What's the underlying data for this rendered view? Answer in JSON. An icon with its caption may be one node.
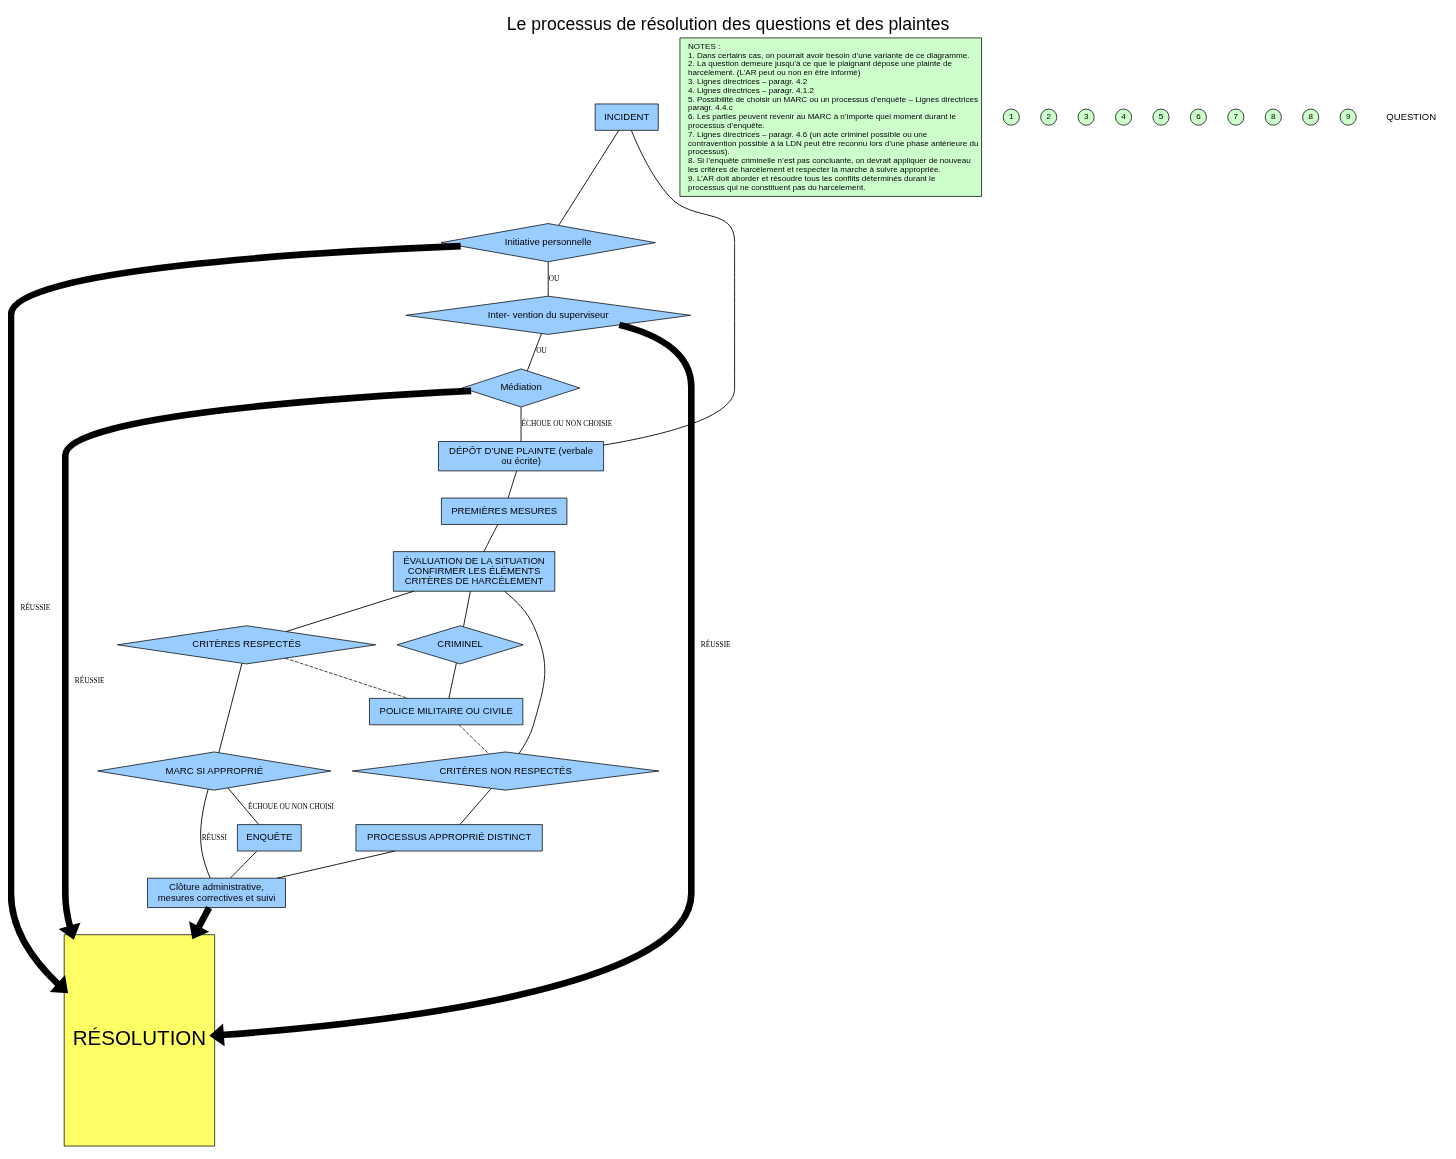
{
  "diagram": {
    "title": "Le processus de résolution des questions et des plaintes",
    "nodes": [
      {
        "text": [
          "INCIDENT"
        ]
      },
      {
        "text": [
          "Initiative personnelle"
        ]
      },
      {
        "text": [
          "Inter- vention du superviseur"
        ]
      },
      {
        "text": [
          "Médiation"
        ]
      },
      {
        "text": [
          "DÉPÔT D’UNE PLAINTE (verbale ou écrite)"
        ]
      },
      {
        "text": [
          "PREMIÈRES MESURES"
        ]
      },
      {
        "text": [
          "ÉVALUATION DE LA SITUATION",
          "CONFIRMER LES ÉLÉMENTS",
          "CRITÈRES DE HARCÈLEMENT"
        ]
      },
      {
        "text": [
          "CRITÈRES RESPECTÉS"
        ]
      },
      {
        "text": [
          "CRIMINEL"
        ]
      },
      {
        "text": [
          "POLICE MILITAIRE OU CIVILE"
        ]
      },
      {
        "text": [
          "CRITÈRES NON RESPECTÉS"
        ]
      },
      {
        "text": [
          "MARC SI APPROPRIÉ"
        ]
      },
      {
        "text": [
          "ENQUÊTE"
        ]
      },
      {
        "text": [
          "PROCESSUS APPROPRIÉ DISTINCT"
        ]
      },
      {
        "text": [
          "Clôture administrative, mesures correctives et suivi"
        ]
      },
      {
        "text": [
          "RÉSOLUTION"
        ]
      },
      {
        "text": [
          "NOTES :",
          "1. Dans certains cas, on pourrait avoir besoin d’une variante de ce diagramme.",
          "2. La question demeure jusqu’à ce que le plaignant dépose une plainte de harcèlement. (L’AR peut ou non en être informé)",
          "3. Lignes directrices – paragr. 4.2",
          "4. Lignes directrices – paragr. 4.1.2",
          "5. Possibilité de choisir un MARC ou un processus d’enquête – Lignes directrices paragr. 4.4.c",
          "6. Les parties peuvent revenir au MARC à n’importe quel moment durant le processus d’enquête.",
          "7. Lignes directrices – paragr. 4.6 (un acte criminel possible ou une contravention possible à la LDN peut être reconnu lors d’une phase antérieure du processus).",
          "8. Si l’enquête criminelle n’est pas concluante, on devrait appliquer de nouveau les critères de harcèlement et respecter la marche à suivre appropriée.",
          "9. L’AR doit aborder et résoudre tous les conflits déterminés durant le processus qui ne constituent pas du harcèlement."
        ]
      },
      {
        "text": [
          "1"
        ]
      },
      {
        "text": [
          "2"
        ]
      },
      {
        "text": [
          "3"
        ]
      },
      {
        "text": [
          "4"
        ]
      },
      {
        "text": [
          "5"
        ]
      },
      {
        "text": [
          "6"
        ]
      },
      {
        "text": [
          "7"
        ]
      },
      {
        "text": [
          "8"
        ]
      },
      {
        "text": [
          "8"
        ]
      },
      {
        "text": [
          "9"
        ]
      }
    ],
    "edges": [
      {
        "from": 0,
        "to": 1,
        "arrow": "none"
      },
      {
        "from": 1,
        "to": 2,
        "arrow": "none",
        "label": "OU"
      },
      {
        "from": 2,
        "to": 3,
        "arrow": "none",
        "label": "OU"
      },
      {
        "from": 1,
        "to": 15,
        "arrow": "to",
        "label": "RÉUSSIE",
        "style": "thick"
      },
      {
        "from": 2,
        "to": 15,
        "arrow": "to",
        "label": "RÉUSSIE",
        "style": "thick"
      },
      {
        "from": 3,
        "to": 15,
        "arrow": "to",
        "label": "RÉUSSIE",
        "style": "thick"
      },
      {
        "from": 3,
        "to": 4,
        "arrow": "none",
        "label": "ÉCHOUE OU NON CHOISIE"
      },
      {
        "from": 0,
        "to": 4,
        "arrow": "none"
      },
      {
        "from": 4,
        "to": 5,
        "arrow": "none"
      },
      {
        "from": 5,
        "to": 6,
        "arrow": "none"
      },
      {
        "from": 6,
        "to": 7,
        "arrow": "none"
      },
      {
        "from": 6,
        "to": 8,
        "arrow": "none"
      },
      {
        "from": 6,
        "to": 10,
        "arrow": "none"
      },
      {
        "from": 8,
        "to": 9,
        "arrow": "none"
      },
      {
        "from": 7,
        "to": 9,
        "arrow": "none",
        "style": "dashed"
      },
      {
        "from": 9,
        "to": 10,
        "arrow": "none",
        "style": "dashed"
      },
      {
        "from": 7,
        "to": 11,
        "arrow": "none"
      },
      {
        "from": 11,
        "to": 14,
        "arrow": "none",
        "label": "RÉUSSI"
      },
      {
        "from": 11,
        "to": 12,
        "arrow": "none",
        "label": "ÉCHOUE OU NON CHOISI"
      },
      {
        "from": 12,
        "to": 14,
        "arrow": "none"
      },
      {
        "from": 10,
        "to": 13,
        "arrow": "none"
      },
      {
        "from": 13,
        "to": 14,
        "arrow": "none"
      },
      {
        "from": 14,
        "to": 15,
        "arrow": "to",
        "style": "thick"
      }
    ],
    "labels": [
      "QUESTION"
    ]
  }
}
